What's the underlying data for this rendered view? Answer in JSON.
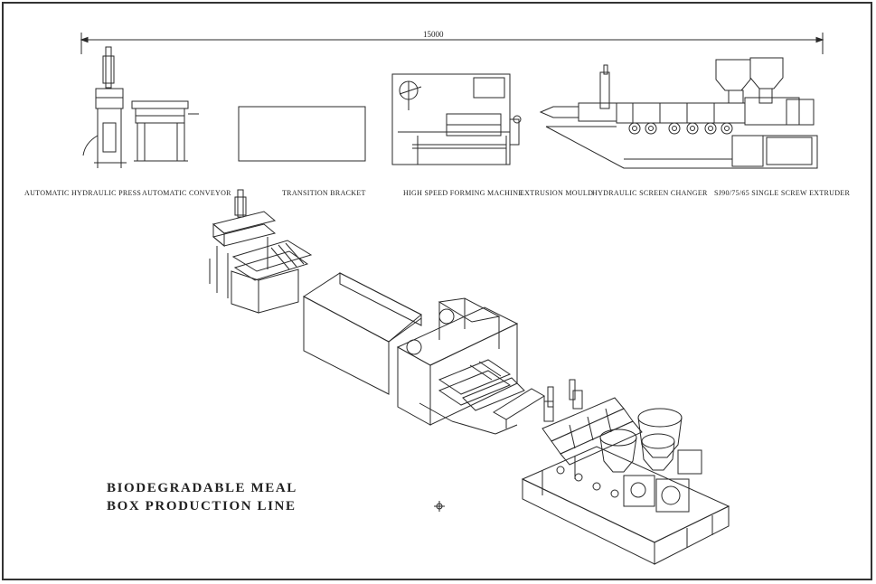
{
  "dimension": {
    "total_length": "15000"
  },
  "labels": {
    "press": "AUTOMATIC HYDRAULIC PRESS",
    "conveyor": "AUTOMATIC CONVEYOR",
    "bracket": "TRANSITION BRACKET",
    "forming": "HIGH SPEED FORMING MACHINE",
    "mould": "EXTRUSION MOULD",
    "screen": "HYDRAULIC SCREEN CHANGER",
    "extruder": "SJ90/75/65 SINGLE SCREW EXTRUDER"
  },
  "title": {
    "line1": "BIODEGRADABLE MEAL",
    "line2": "BOX PRODUCTION LINE"
  },
  "colors": {
    "line": "#2a2a2a",
    "frame": "#333333",
    "background": "#ffffff"
  }
}
